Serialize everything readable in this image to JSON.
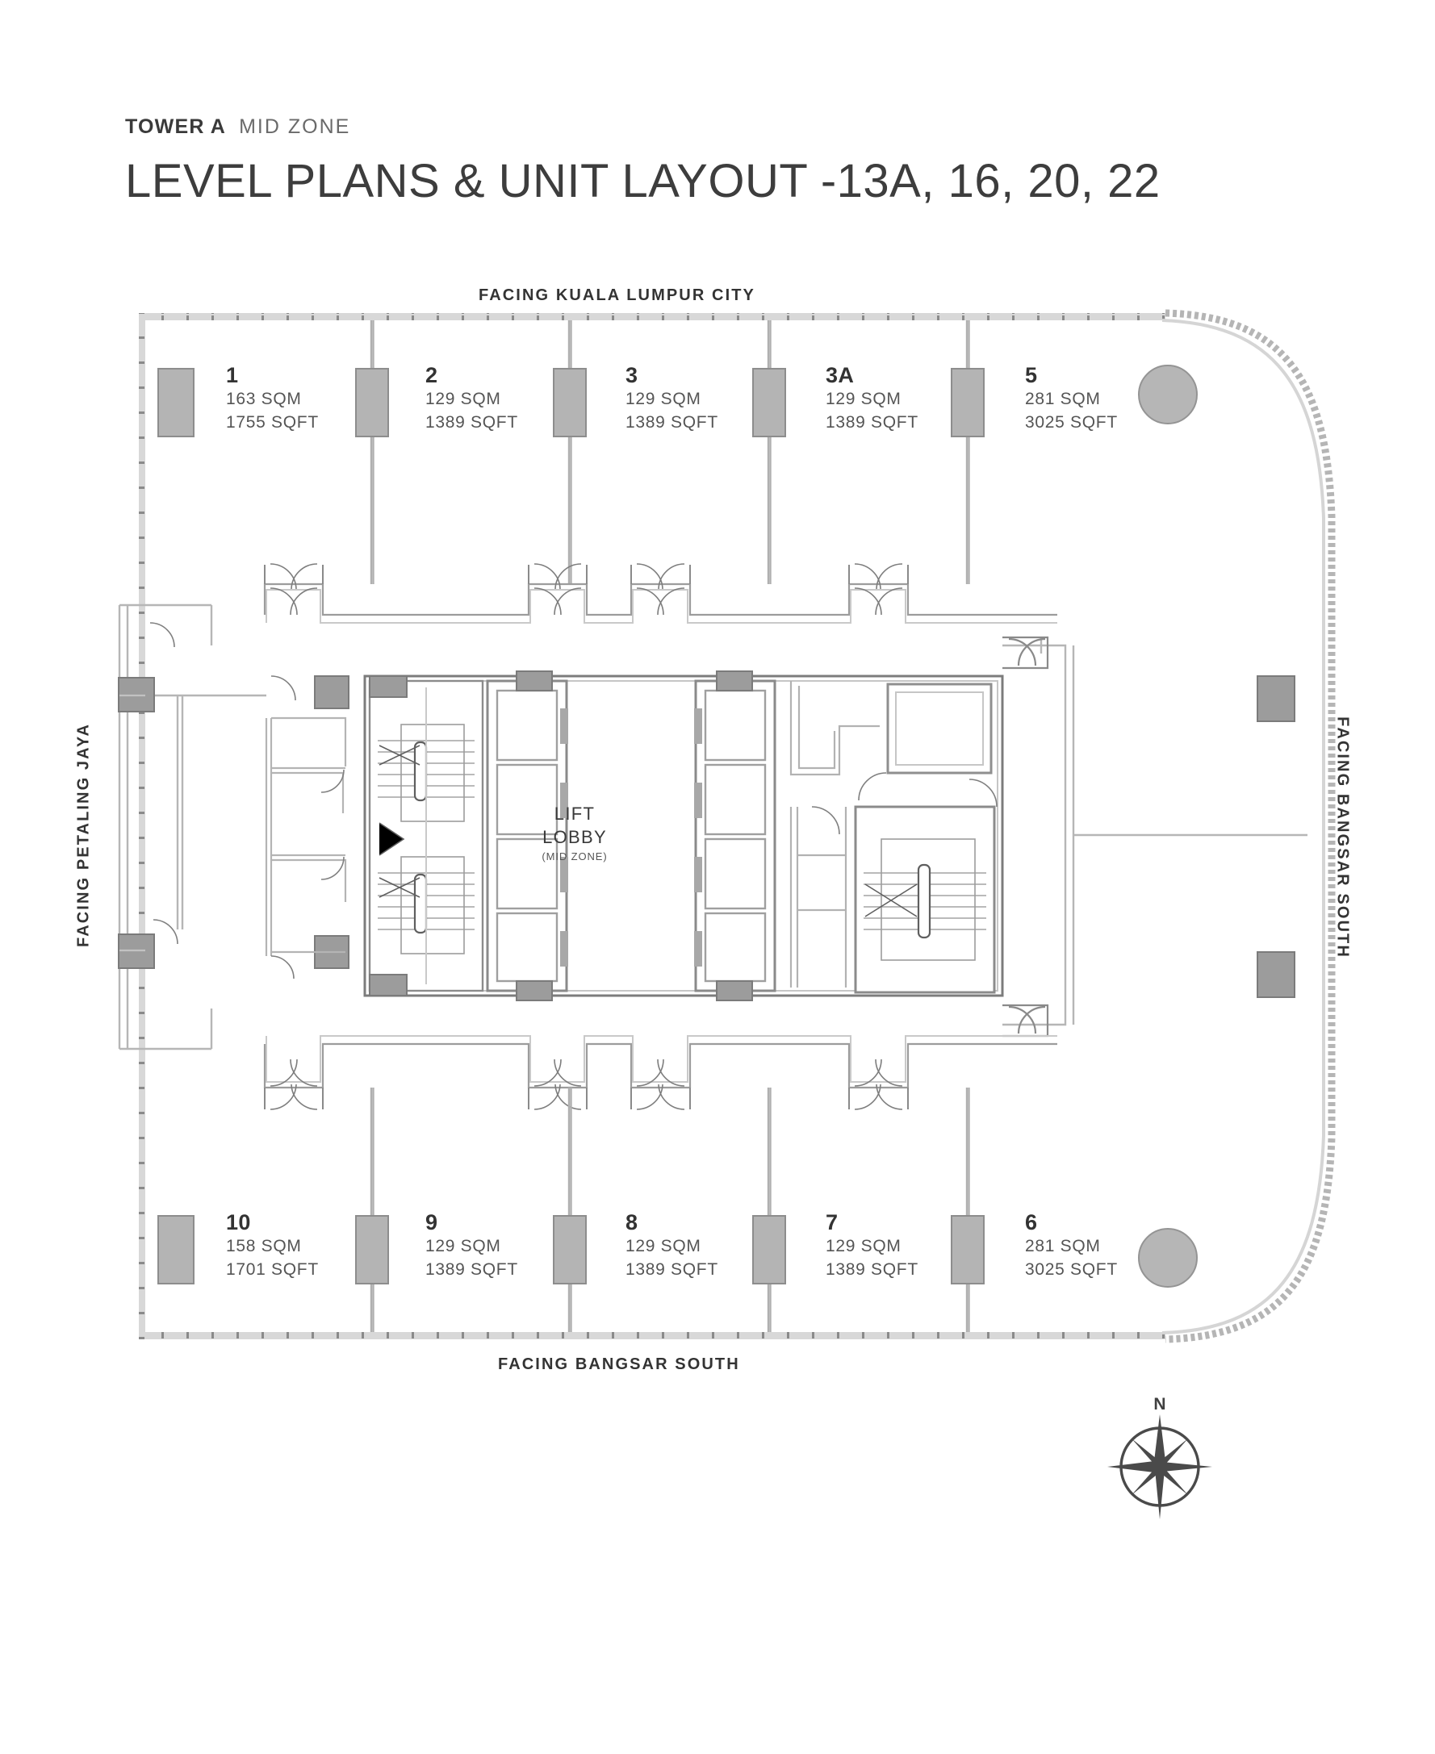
{
  "header": {
    "tower": "TOWER A",
    "zone": "MID ZONE",
    "title": "LEVEL PLANS & UNIT LAYOUT -13A, 16, 20, 22"
  },
  "facing": {
    "top": "FACING KUALA LUMPUR CITY",
    "bottom": "FACING BANGSAR SOUTH",
    "left": "FACING PETALING JAYA",
    "right": "FACING BANGSAR SOUTH"
  },
  "core": {
    "line1": "LIFT",
    "line2": "LOBBY",
    "line3": "(MID ZONE)"
  },
  "compass": {
    "north_label": "N",
    "icon": "compass-rose-icon"
  },
  "units_top": [
    {
      "number": "1",
      "sqm": "163 SQM",
      "sqft": "1755 SQFT"
    },
    {
      "number": "2",
      "sqm": "129 SQM",
      "sqft": "1389 SQFT"
    },
    {
      "number": "3",
      "sqm": "129 SQM",
      "sqft": "1389 SQFT"
    },
    {
      "number": "3A",
      "sqm": "129 SQM",
      "sqft": "1389 SQFT"
    },
    {
      "number": "5",
      "sqm": "281 SQM",
      "sqft": "3025 SQFT"
    }
  ],
  "units_bottom": [
    {
      "number": "10",
      "sqm": "158 SQM",
      "sqft": "1701 SQFT"
    },
    {
      "number": "9",
      "sqm": "129 SQM",
      "sqft": "1389 SQFT"
    },
    {
      "number": "8",
      "sqm": "129 SQM",
      "sqft": "1389 SQFT"
    },
    {
      "number": "7",
      "sqm": "129 SQM",
      "sqft": "1389 SQFT"
    },
    {
      "number": "6",
      "sqm": "281 SQM",
      "sqft": "3025 SQFT"
    }
  ],
  "colors": {
    "text_dark": "#333333",
    "text_muted": "#6a6a6a",
    "column_fill": "#b3b3b3",
    "column_stroke": "#8f8f8f",
    "wall_light": "#c9c9c9",
    "wall_mid": "#9a9a9a",
    "wall_dark": "#6f6f6f",
    "background": "#ffffff"
  }
}
